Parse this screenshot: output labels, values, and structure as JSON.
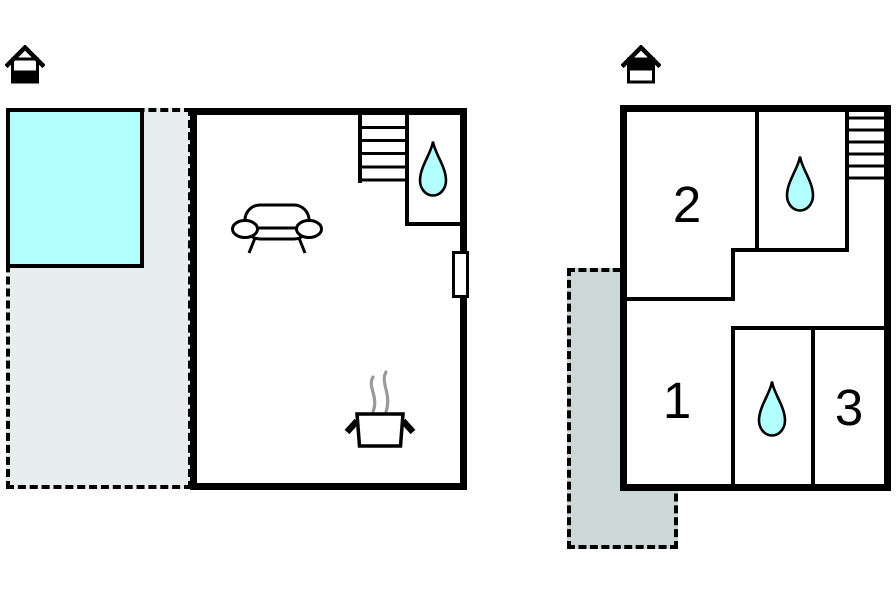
{
  "colors": {
    "wall": "#000000",
    "pool": "#b3feff",
    "terrace_ground": "#e8eeee",
    "terrace_upper": "#ccd8d8",
    "steam": "#9a9a9a",
    "background": "#ffffff"
  },
  "ground_floor": {
    "level_icon": "house-ground-floor",
    "elements": [
      "swimming-pool",
      "dashed-terrace",
      "staircase",
      "bathroom-water-drop",
      "sofa",
      "steaming-pot",
      "window"
    ]
  },
  "upper_floor": {
    "level_icon": "house-upper-floor",
    "room_labels": [
      "2",
      "1",
      "3"
    ],
    "elements": [
      "staircase",
      "bathroom-water-drop",
      "bathroom-water-drop",
      "dashed-terrace"
    ]
  }
}
